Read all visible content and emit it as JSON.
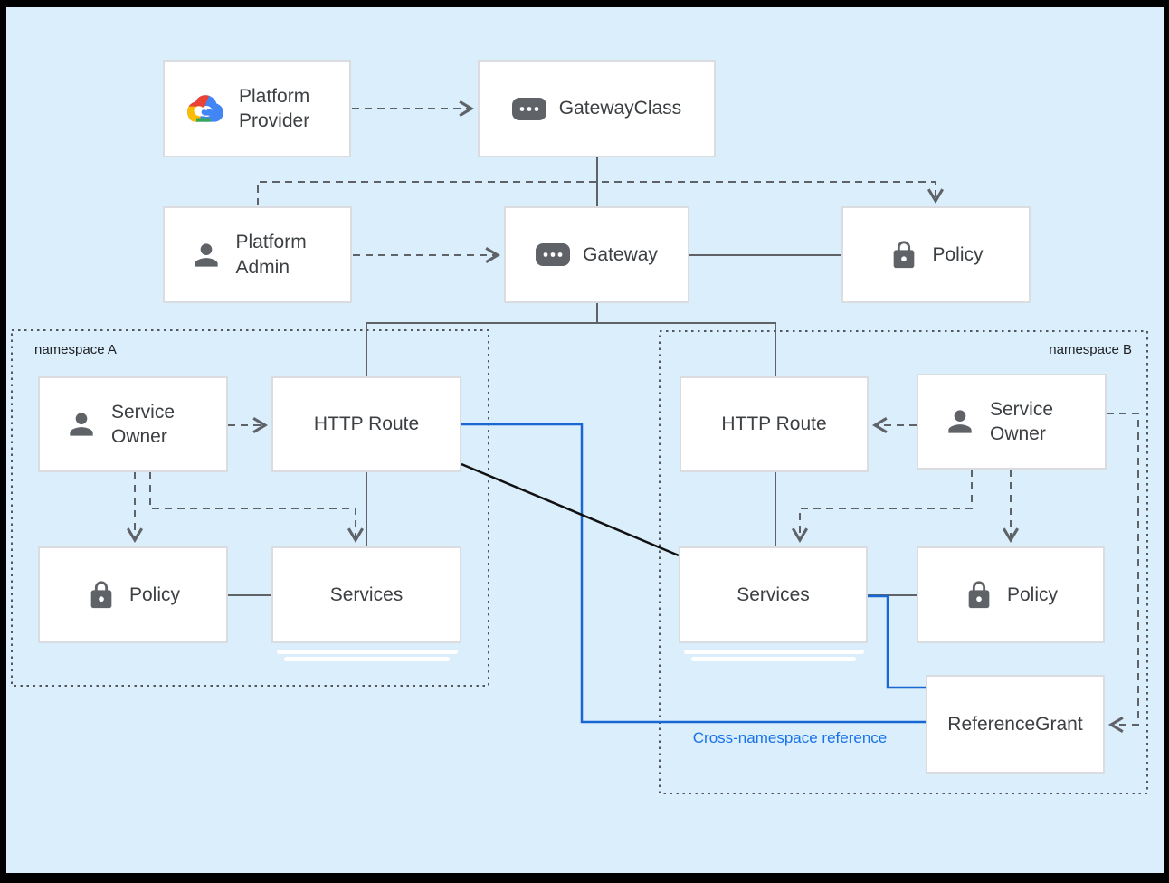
{
  "nodes": {
    "platform_provider": {
      "label": "Platform Provider",
      "icon": "google-cloud-logo"
    },
    "gateway_class": {
      "label": "GatewayClass",
      "icon": "resource-chip"
    },
    "platform_admin": {
      "label": "Platform Admin",
      "icon": "person"
    },
    "gateway": {
      "label": "Gateway",
      "icon": "resource-chip"
    },
    "policy_top": {
      "label": "Policy",
      "icon": "lock"
    },
    "service_owner_a": {
      "label": "Service Owner",
      "icon": "person"
    },
    "http_route_a": {
      "label": "HTTP Route"
    },
    "policy_a": {
      "label": "Policy",
      "icon": "lock"
    },
    "services_a": {
      "label": "Services"
    },
    "http_route_b": {
      "label": "HTTP Route"
    },
    "service_owner_b": {
      "label": "Service Owner",
      "icon": "person"
    },
    "services_b": {
      "label": "Services"
    },
    "policy_b": {
      "label": "Policy",
      "icon": "lock"
    },
    "reference_grant": {
      "label": "ReferenceGrant"
    }
  },
  "namespaces": {
    "a": {
      "label": "namespace A"
    },
    "b": {
      "label": "namespace B"
    }
  },
  "annotations": {
    "cross_namespace": "Cross-namespace reference"
  },
  "colors": {
    "background": "#daeefb",
    "frame": "#000000",
    "node_fill": "#ffffff",
    "node_border": "#dadce0",
    "gray_line": "#5f6368",
    "namespace_border": "#54575b",
    "blue_line": "#1967d2",
    "blue_text": "#1a73e8",
    "black_line": "#111111",
    "text": "#3c4043"
  }
}
